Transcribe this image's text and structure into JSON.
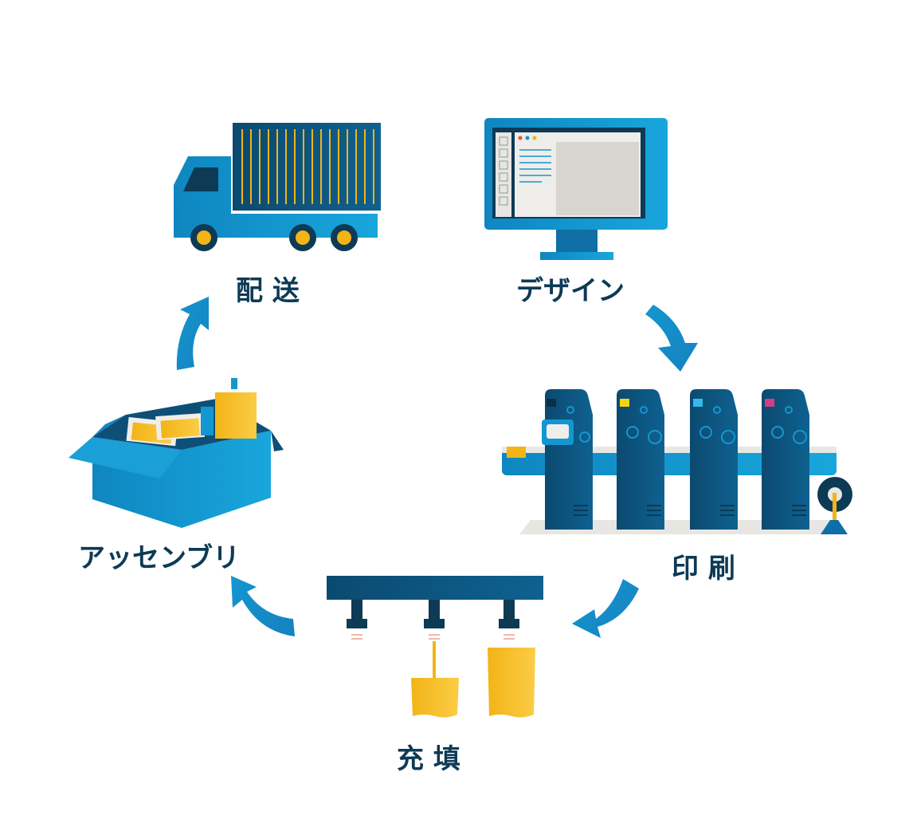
{
  "steps": {
    "delivery": {
      "label": "配 送",
      "icon": "truck-icon"
    },
    "design": {
      "label": "デザイン",
      "icon": "monitor-icon"
    },
    "printing": {
      "label": "印 刷",
      "icon": "printing-press-icon"
    },
    "filling": {
      "label": "充 填",
      "icon": "filling-machine-icon"
    },
    "assembly": {
      "label": "アッセンブリ",
      "icon": "box-icon"
    }
  },
  "colors": {
    "primary": "#1497d0",
    "dark": "#0e4f77",
    "navy": "#0d3a55",
    "accent": "#f2b417",
    "screen": "#d8d4d0"
  }
}
